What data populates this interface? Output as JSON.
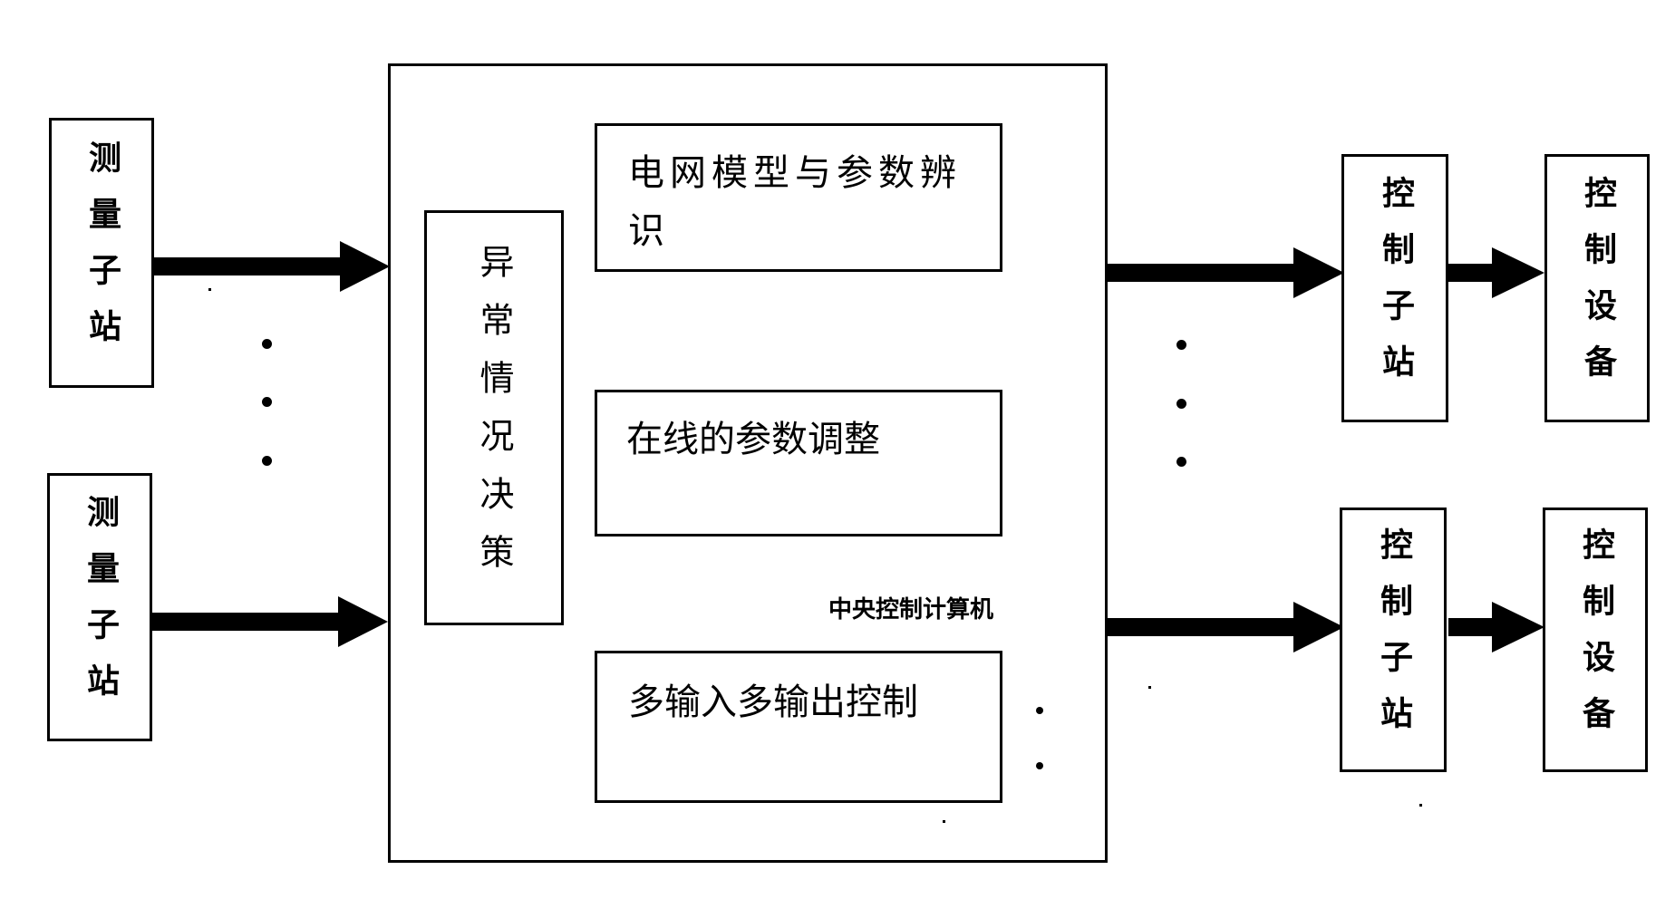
{
  "diagram": {
    "measure_stations": [
      {
        "label": "测量子站"
      },
      {
        "label": "测量子站"
      }
    ],
    "central_computer": {
      "caption": "中央控制计算机",
      "anomaly_block": "异常情况决策",
      "blocks": [
        {
          "label": "电网模型与参数辨识"
        },
        {
          "label": "在线的参数调整"
        },
        {
          "label": "多输入多输出控制"
        }
      ]
    },
    "control_stations": [
      {
        "label": "控制子站"
      },
      {
        "label": "控制子站"
      }
    ],
    "control_devices": [
      {
        "label": "控制设备"
      },
      {
        "label": "控制设备"
      }
    ]
  }
}
